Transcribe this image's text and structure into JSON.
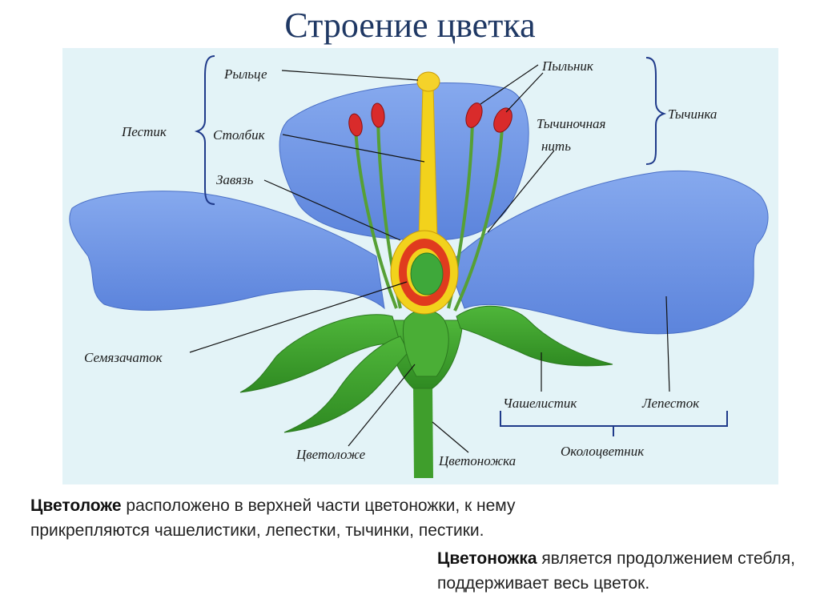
{
  "title": "Строение цветка",
  "labels": {
    "stigma": "Рыльце",
    "style": "Столбик",
    "pistil": "Пестик",
    "ovary": "Завязь",
    "ovule": "Семязачаток",
    "receptacle": "Цветоложе",
    "peduncle": "Цветоножка",
    "anther": "Пыльник",
    "filament_line1": "Тычиночная",
    "filament_line2": "нить",
    "stamen": "Тычинка",
    "sepal": "Чашелистик",
    "petal": "Лепесток",
    "perianth": "Околоцветник"
  },
  "text1": {
    "term": "Цветоложе",
    "rest": " расположено в верхней части цветоножки, к нему прикрепляются чашелистики, лепестки, тычинки, пестики."
  },
  "text2": {
    "term": "Цветоножка",
    "rest": " является продолжением стебля, поддерживает весь цветок."
  },
  "colors": {
    "title": "#1f3864",
    "panel": "#e3f3f7",
    "petal": "#6f95e6",
    "leaf": "#3f9e2c",
    "pistil": "#f2d21c",
    "ovary_wall": "#e03b1e",
    "ovule": "#3ea83a",
    "anther": "#d92b2b"
  }
}
